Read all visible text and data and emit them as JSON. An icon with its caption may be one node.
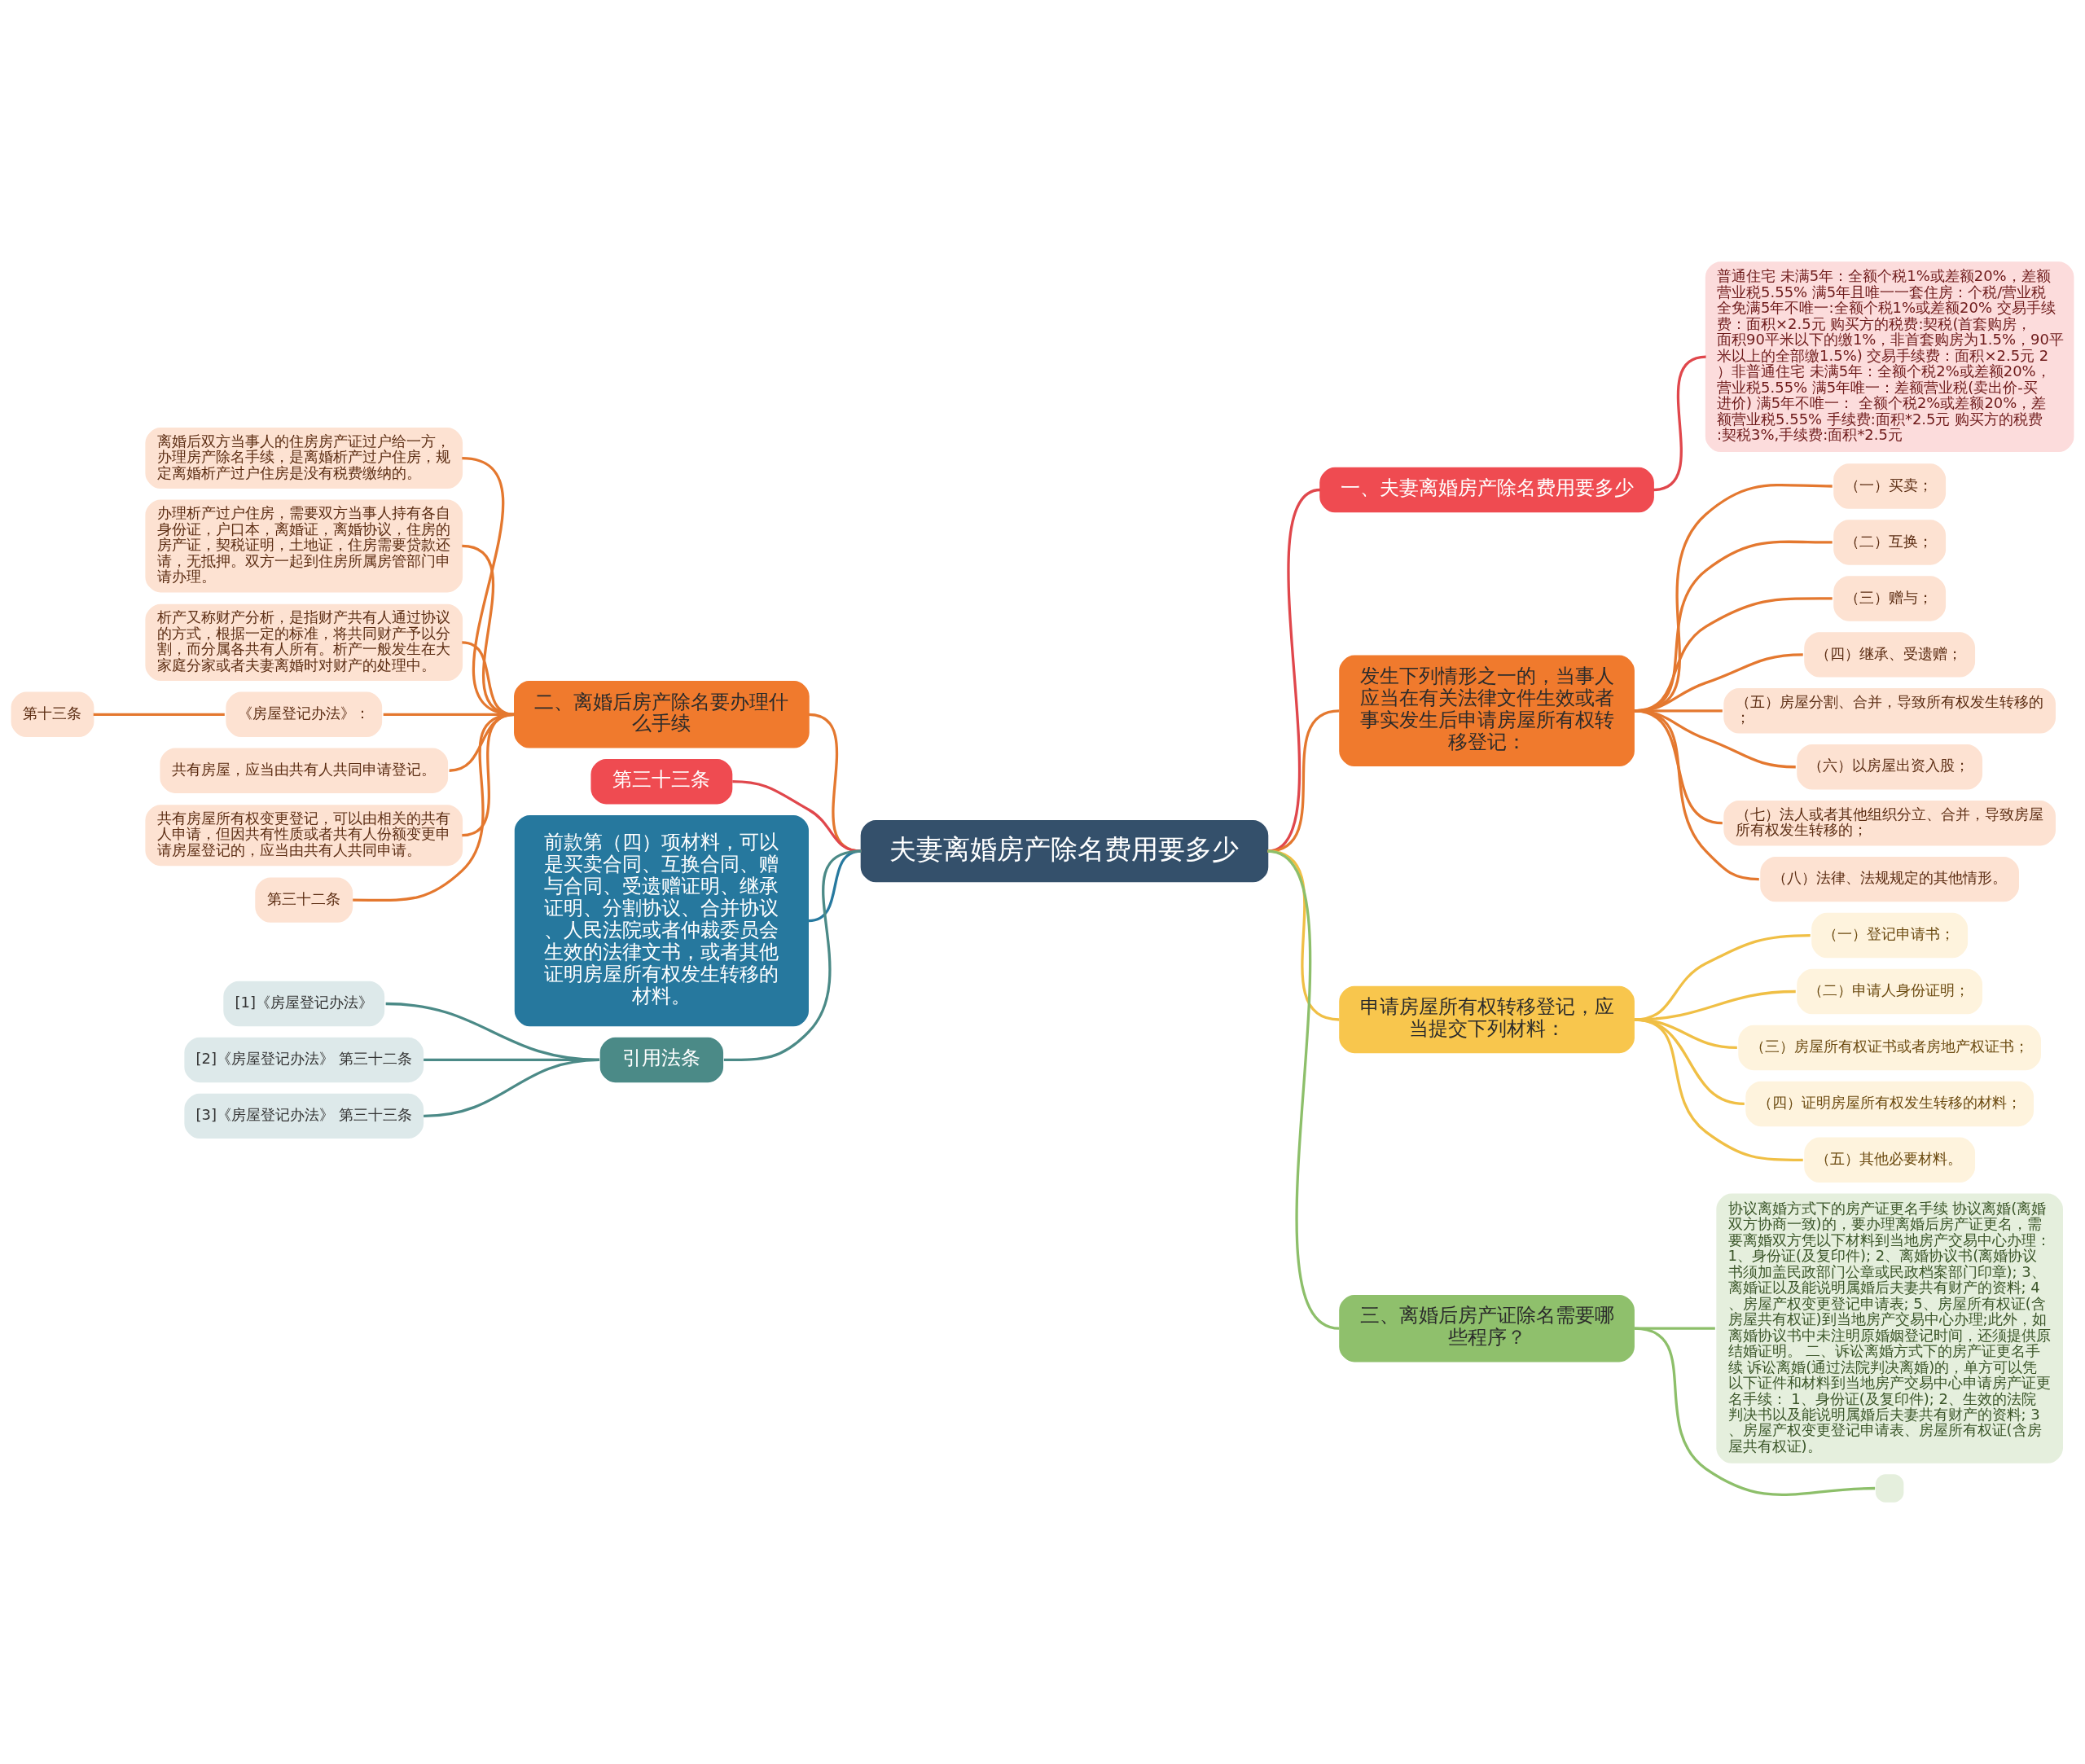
{
  "diagram": {
    "nodes": [
      {
        "text": [
          "夫妻离婚房产除名费用要多少"
        ]
      },
      {
        "text": [
          "一、夫妻离婚房产除名费用要多少"
        ]
      },
      {
        "text": [
          "普通住宅 未满5年：全额个税1%或差额20%，差额营业税5.55% 满5年且唯一一套住房：个税/营业税全免满5年不唯一:全额个税1%或差额20% 交易手续费：面积×2.5元 购买方的税费:契税(首套购房，面积90平米以下的缴1%，非首套购房为1.5%，90平米以上的全部缴1.5%) 交易手续费：面积×2.5元 2）非普通住宅 未满5年：全额个税2%或差额20%，营业税5.55% 满5年唯一：差额营业税(卖出价-买进价) 满5年不唯一： 全额个税2%或差额20%，差额营业税5.55% 手续费:面积*2.5元 购买方的税费:契税3%,手续费:面积*2.5元"
        ]
      },
      {
        "text": [
          "发生下列情形之一的，当事人应当在有关法律文件生效或者事实发生后申请房屋所有权转移登记："
        ]
      },
      {
        "text": [
          "（一）买卖；"
        ]
      },
      {
        "text": [
          "（二）互换；"
        ]
      },
      {
        "text": [
          "（三）赠与；"
        ]
      },
      {
        "text": [
          "（四）继承、受遗赠；"
        ]
      },
      {
        "text": [
          "（五）房屋分割、合并，导致所有权发生转移的；"
        ]
      },
      {
        "text": [
          "（六）以房屋出资入股；"
        ]
      },
      {
        "text": [
          "（七）法人或者其他组织分立、合并，导致房屋所有权发生转移的；"
        ]
      },
      {
        "text": [
          "（八）法律、法规规定的其他情形。"
        ]
      },
      {
        "text": [
          "申请房屋所有权转移登记，应当提交下列材料："
        ]
      },
      {
        "text": [
          "（一）登记申请书；"
        ]
      },
      {
        "text": [
          "（二）申请人身份证明；"
        ]
      },
      {
        "text": [
          "（三）房屋所有权证书或者房地产权证书；"
        ]
      },
      {
        "text": [
          "（四）证明房屋所有权发生转移的材料；"
        ]
      },
      {
        "text": [
          "（五）其他必要材料。"
        ]
      },
      {
        "text": [
          "三、离婚后房产证除名需要哪些程序？"
        ]
      },
      {
        "text": [
          "协议离婚方式下的房产证更名手续 协议离婚(离婚双方协商一致)的，要办理离婚后房产证更名，需要离婚双方凭以下材料到当地房产交易中心办理： 1、身份证(及复印件); 2、离婚协议书(离婚协议书须加盖民政部门公章或民政档案部门印章); 3、离婚证以及能说明属婚后夫妻共有财产的资料; 4、房屋产权变更登记申请表; 5、房屋所有权证(含房屋共有权证)到当地房产交易中心办理;此外，如离婚协议书中未注明原婚姻登记时间，还须提供原结婚证明。 二、诉讼离婚方式下的房产证更名手续 诉讼离婚(通过法院判决离婚)的，单方可以凭以下证件和材料到当地房产交易中心申请房产证更名手续： 1、身份证(及复印件); 2、生效的法院判决书以及能说明属婚后夫妻共有财产的资料; 3、房屋产权变更登记申请表、房屋所有权证(含房屋共有权证)。"
        ]
      },
      {
        "text": [],
        "shape": "box"
      },
      {
        "text": [
          "二、离婚后房产除名要办理什么手续"
        ]
      },
      {
        "text": [
          "离婚后双方当事人的住房房产证过户给一方，办理房产除名手续，是离婚析产过户住房，规定离婚析产过户住房是没有税费缴纳的。"
        ]
      },
      {
        "text": [
          "办理析产过户住房，需要双方当事人持有各自身份证，户口本，离婚证，离婚协议，住房的房产证，契税证明，土地证，住房需要贷款还请，无抵押。双方一起到住房所属房管部门申请办理。"
        ]
      },
      {
        "text": [
          "析产又称财产分析，是指财产共有人通过协议的方式，根据一定的标准，将共同财产予以分割，而分属各共有人所有。析产一般发生在大家庭分家或者夫妻离婚时对财产的处理中。"
        ]
      },
      {
        "text": [
          "《房屋登记办法》："
        ]
      },
      {
        "text": [
          "第十三条"
        ]
      },
      {
        "text": [
          "共有房屋，应当由共有人共同申请登记。"
        ]
      },
      {
        "text": [
          "共有房屋所有权变更登记，可以由相关的共有人申请，但因共有性质或者共有人份额变更申请房屋登记的，应当由共有人共同申请。"
        ]
      },
      {
        "text": [
          "第三十二条"
        ]
      },
      {
        "text": [
          "第三十三条"
        ]
      },
      {
        "text": [
          "前款第（四）项材料，可以是买卖合同、互换合同、赠与合同、受遗赠证明、继承证明、分割协议、合并协议、人民法院或者仲裁委员会生效的法律文书，或者其他证明房屋所有权发生转移的材料。"
        ]
      },
      {
        "text": [
          "引用法条"
        ]
      },
      {
        "text": [
          "[1]《房屋登记办法》"
        ]
      },
      {
        "text": [
          "[2]《房屋登记办法》 第三十二条"
        ]
      },
      {
        "text": [
          "[3]《房屋登记办法》 第三十三条"
        ]
      }
    ],
    "edges": [
      {
        "from": 0,
        "to": 1,
        "arrow": "none",
        "color": "#e0474c"
      },
      {
        "from": 1,
        "to": 2,
        "arrow": "none",
        "color": "#e0474c"
      },
      {
        "from": 0,
        "to": 3,
        "arrow": "none"
      },
      {
        "from": 3,
        "to": 4,
        "arrow": "none"
      },
      {
        "from": 3,
        "to": 5,
        "arrow": "none"
      },
      {
        "from": 3,
        "to": 6,
        "arrow": "none"
      },
      {
        "from": 3,
        "to": 7,
        "arrow": "none"
      },
      {
        "from": 3,
        "to": 8,
        "arrow": "none"
      },
      {
        "from": 3,
        "to": 9,
        "arrow": "none"
      },
      {
        "from": 3,
        "to": 10,
        "arrow": "none"
      },
      {
        "from": 3,
        "to": 11,
        "arrow": "none"
      },
      {
        "from": 0,
        "to": 12,
        "arrow": "none",
        "color": "#f0bf45"
      },
      {
        "from": 12,
        "to": 13,
        "arrow": "none",
        "color": "#f0bf45"
      },
      {
        "from": 12,
        "to": 14,
        "arrow": "none",
        "color": "#f0bf45"
      },
      {
        "from": 12,
        "to": 15,
        "arrow": "none",
        "color": "#f0bf45"
      },
      {
        "from": 12,
        "to": 16,
        "arrow": "none",
        "color": "#f0bf45"
      },
      {
        "from": 12,
        "to": 17,
        "arrow": "none",
        "color": "#f0bf45"
      },
      {
        "from": 0,
        "to": 18,
        "arrow": "none",
        "color": "#8dbf6a"
      },
      {
        "from": 18,
        "to": 19,
        "arrow": "none",
        "color": "#8dbf6a"
      },
      {
        "from": 18,
        "to": 20,
        "arrow": "none",
        "color": "#8dbf6a"
      },
      {
        "from": 21,
        "to": 0,
        "arrow": "none"
      },
      {
        "from": 22,
        "to": 21,
        "arrow": "none"
      },
      {
        "from": 23,
        "to": 21,
        "arrow": "none"
      },
      {
        "from": 24,
        "to": 21,
        "arrow": "none"
      },
      {
        "from": 25,
        "to": 21,
        "arrow": "none"
      },
      {
        "from": 27,
        "to": 21,
        "arrow": "none"
      },
      {
        "from": 28,
        "to": 21,
        "arrow": "none"
      },
      {
        "from": 29,
        "to": 21,
        "arrow": "none"
      },
      {
        "from": 26,
        "to": 25,
        "arrow": "none"
      },
      {
        "from": 30,
        "to": 0,
        "arrow": "none",
        "color": "#e0474c"
      },
      {
        "from": 31,
        "to": 0,
        "arrow": "none",
        "color": "#27799f"
      },
      {
        "from": 32,
        "to": 0,
        "arrow": "none",
        "color": "#4b8a87"
      },
      {
        "from": 33,
        "to": 32,
        "arrow": "none",
        "color": "#4b8a87"
      },
      {
        "from": 34,
        "to": 32,
        "arrow": "none",
        "color": "#4b8a87"
      },
      {
        "from": 35,
        "to": 32,
        "arrow": "none",
        "color": "#4b8a87"
      }
    ]
  }
}
